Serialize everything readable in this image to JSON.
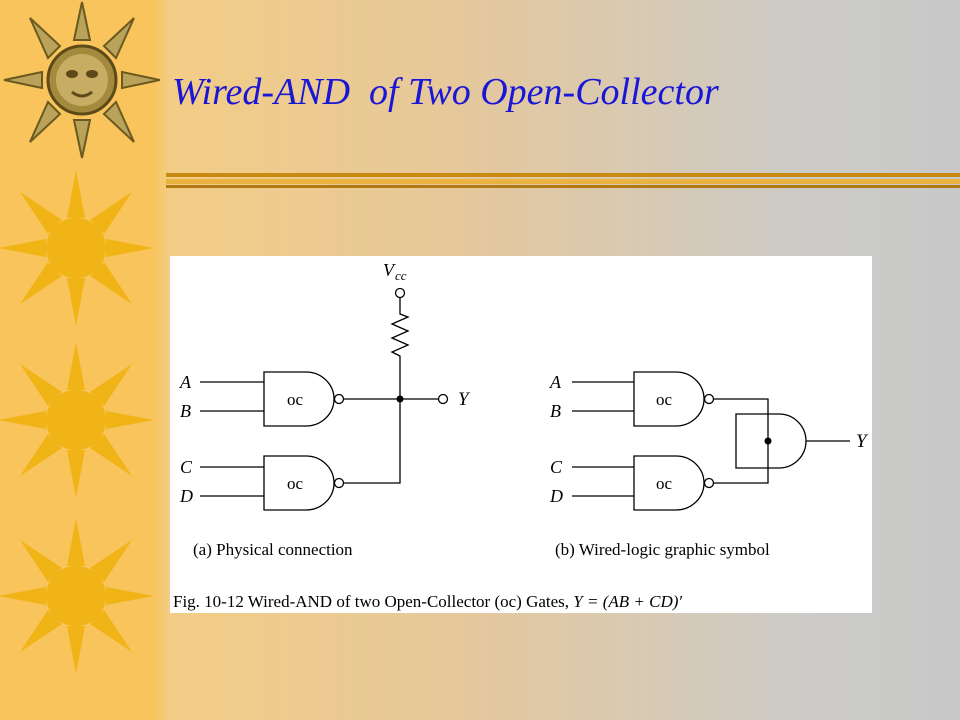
{
  "slide": {
    "title": "Wired-AND  of Two Open-Collector"
  },
  "diagram": {
    "vcc": {
      "main": "V",
      "sub": "cc"
    },
    "output_label": "Y",
    "inputs_a": [
      "A",
      "B",
      "C",
      "D"
    ],
    "inputs_b": [
      "A",
      "B",
      "C",
      "D"
    ],
    "gate_label": "oc",
    "caption_a": "(a) Physical connection",
    "caption_b": "(b) Wired-logic graphic symbol",
    "figure_caption": {
      "prefix": "Fig. 10-12  Wired-AND of two Open-Collector (oc) Gates, ",
      "formula": "Y = (AB + CD)′"
    }
  },
  "colors": {
    "title": "#1a16d6",
    "left_band": "#f9c45c",
    "sun": "#f3b61d",
    "rule": "#c98a12"
  }
}
